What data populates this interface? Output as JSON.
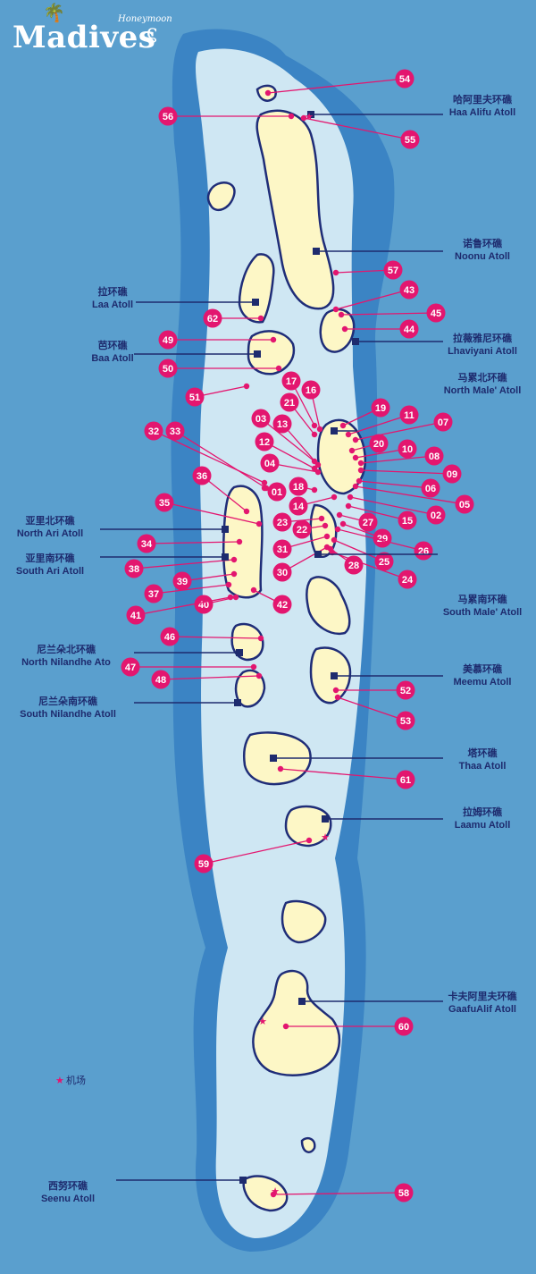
{
  "logo": {
    "main": "Madives",
    "sub": "Honeymoon",
    "palm": "palm-tree-icon",
    "swirl": "swirl-icon"
  },
  "legend": {
    "airport_label": "机场",
    "airport_icon": "star-icon"
  },
  "colors": {
    "deep_sea": "#5a9fce",
    "shelf": "#3b84c4",
    "lagoon": "#cfe7f3",
    "island": "#fdf7c6",
    "reef_edge": "#1f2d78",
    "marker": "#e3166f",
    "label_navy": "#1e2b6e",
    "airport": "#e3166f"
  },
  "atolls": [
    {
      "zh": "哈阿里夫环礁",
      "en": "Haa Alifu Atoll"
    },
    {
      "zh": "诺鲁环礁",
      "en": "Noonu Atoll"
    },
    {
      "zh": "拉环礁",
      "en": "Laa Atoll"
    },
    {
      "zh": "拉薇雅尼环礁",
      "en": "Lhaviyani Atoll"
    },
    {
      "zh": "芭环礁",
      "en": "Baa Atoll"
    },
    {
      "zh": "马累北环礁",
      "en": "North Male' Atoll"
    },
    {
      "zh": "亚里北环礁",
      "en": "North Ari Atoll"
    },
    {
      "zh": "亚里南环礁",
      "en": "South Ari Atoll"
    },
    {
      "zh": "马累南环礁",
      "en": "South Male' Atoll"
    },
    {
      "zh": "尼兰朵北环礁",
      "en": "North Nilandhe Ato"
    },
    {
      "zh": "美慕环礁",
      "en": "Meemu Atoll"
    },
    {
      "zh": "尼兰朵南环礁",
      "en": "South Nilandhe Atoll"
    },
    {
      "zh": "塔环礁",
      "en": "Thaa Atoll"
    },
    {
      "zh": "拉姆环礁",
      "en": "Laamu Atoll"
    },
    {
      "zh": "卡夫阿里夫环礁",
      "en": "GaafuAlif Atoll"
    },
    {
      "zh": "西努环礁",
      "en": "Seenu Atoll"
    }
  ],
  "resorts": [
    "54",
    "56",
    "55",
    "57",
    "43",
    "45",
    "44",
    "62",
    "49",
    "50",
    "51",
    "17",
    "16",
    "21",
    "19",
    "11",
    "07",
    "03",
    "13",
    "32",
    "33",
    "12",
    "20",
    "10",
    "08",
    "04",
    "09",
    "01",
    "18",
    "06",
    "05",
    "36",
    "14",
    "15",
    "02",
    "35",
    "23",
    "27",
    "22",
    "29",
    "26",
    "34",
    "31",
    "25",
    "30",
    "28",
    "24",
    "38",
    "39",
    "37",
    "40",
    "42",
    "41",
    "46",
    "47",
    "48",
    "52",
    "53",
    "61",
    "59",
    "60",
    "58"
  ]
}
